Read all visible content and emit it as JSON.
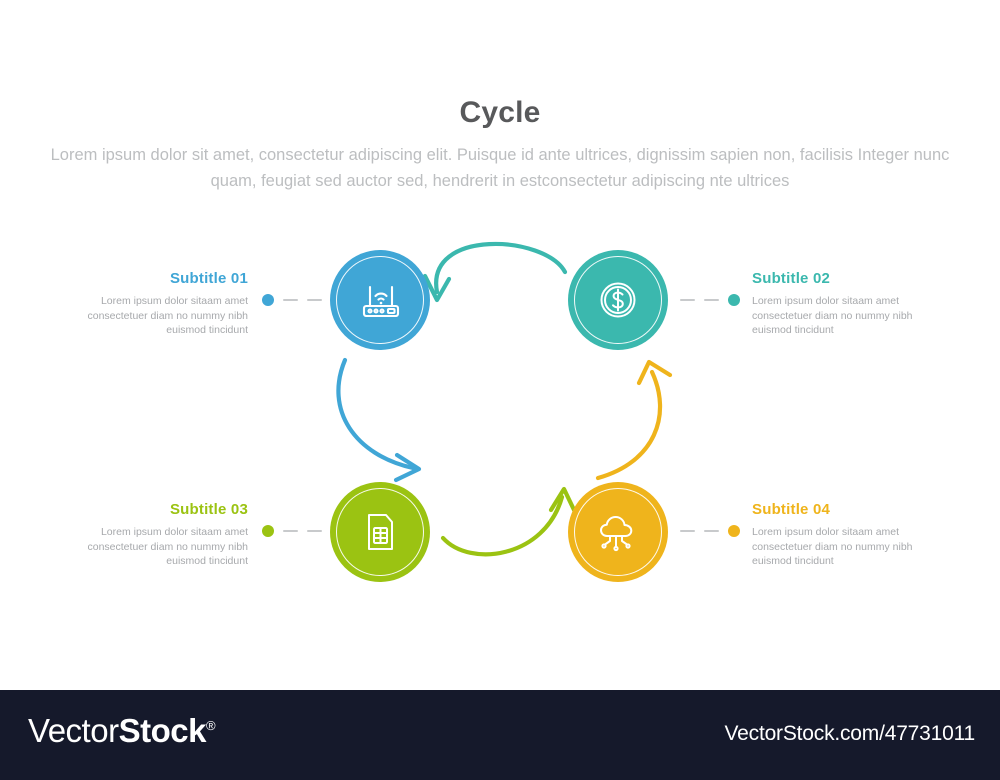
{
  "header": {
    "title": "Cycle",
    "subtitle": "Lorem ipsum dolor sit amet, consectetur adipiscing elit. Puisque id ante ultrices, dignissim sapien non, facilisis Integer nunc quam, feugiat sed auctor sed, hendrerit in estconsectetur adipiscing nte ultrices"
  },
  "colors": {
    "blue": "#40A6D6",
    "teal": "#3BB8AE",
    "green": "#9BC312",
    "yellow": "#EFB41C",
    "title_gray": "#58595B",
    "body_gray": "#A7A9AC",
    "dash_gray": "#C8CACC",
    "footer_bg": "#15192B"
  },
  "items": [
    {
      "id": "01",
      "subtitle": "Subtitle 01",
      "description": "Lorem ipsum dolor sitaam amet consectetuer diam no nummy nibh euismod tincidunt",
      "color": "#40A6D6",
      "icon": "wifi-router-icon",
      "side": "left"
    },
    {
      "id": "02",
      "subtitle": "Subtitle 02",
      "description": "Lorem ipsum dolor sitaam amet consectetuer diam no nummy nibh euismod tincidunt",
      "color": "#3BB8AE",
      "icon": "dollar-coin-icon",
      "side": "right"
    },
    {
      "id": "03",
      "subtitle": "Subtitle 03",
      "description": "Lorem ipsum dolor sitaam amet consectetuer diam no nummy nibh euismod tincidunt",
      "color": "#9BC312",
      "icon": "sim-card-icon",
      "side": "left"
    },
    {
      "id": "04",
      "subtitle": "Subtitle 04",
      "description": "Lorem ipsum dolor sitaam amet consectetuer diam no nummy nibh euismod tincidunt",
      "color": "#EFB41C",
      "icon": "cloud-network-icon",
      "side": "right"
    }
  ],
  "arrows": [
    {
      "name": "arrow-top",
      "from": "02",
      "to": "01",
      "color": "#3BB8AE"
    },
    {
      "name": "arrow-left",
      "from": "01",
      "to": "03",
      "color": "#40A6D6"
    },
    {
      "name": "arrow-bottom",
      "from": "03",
      "to": "04",
      "color": "#9BC312"
    },
    {
      "name": "arrow-right",
      "from": "04",
      "to": "02",
      "color": "#EFB41C"
    }
  ],
  "footer": {
    "brand_thin": "Vector",
    "brand_bold": "Stock",
    "brand_mark": "®",
    "url": "VectorStock.com/47731011"
  }
}
